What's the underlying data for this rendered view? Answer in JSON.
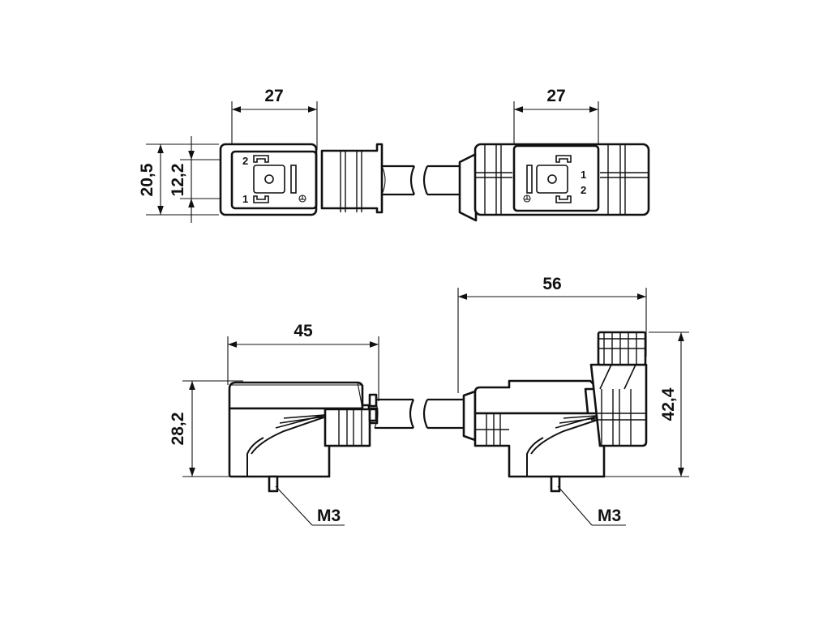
{
  "colors": {
    "line": "#111111",
    "background": "#ffffff"
  },
  "top_left_view": {
    "width_dim": "27",
    "outer_height_dim": "20,5",
    "inner_height_dim": "12,2",
    "pin_top": "2",
    "pin_bottom": "1",
    "ground_symbol": "earth-ground-symbol"
  },
  "top_right_view": {
    "width_dim": "27",
    "pin_top": "1",
    "pin_bottom": "2",
    "ground_symbol": "earth-ground-symbol"
  },
  "side_left_view": {
    "length_dim": "45",
    "height_dim": "28,2",
    "screw_label": "M3"
  },
  "side_right_view": {
    "length_dim": "56",
    "height_dim": "42,4",
    "screw_label": "M3"
  }
}
